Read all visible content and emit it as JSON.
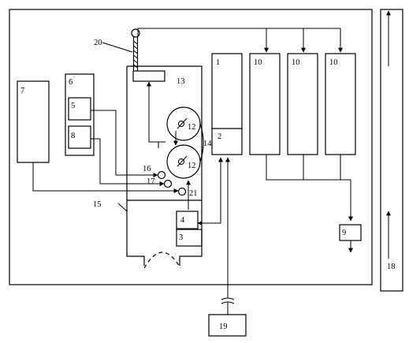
{
  "labels": {
    "n1": "1",
    "n2": "2",
    "n3": "3",
    "n4": "4",
    "n5": "5",
    "n6": "6",
    "n7": "7",
    "n8": "8",
    "n9": "9",
    "n10a": "10",
    "n10b": "10",
    "n10c": "10",
    "n12a": "12",
    "n12b": "12",
    "n13": "13",
    "n14": "14",
    "n15": "15",
    "n16": "16",
    "n17": "17",
    "n18": "18",
    "n19": "19",
    "n20": "20",
    "n21": "21"
  }
}
